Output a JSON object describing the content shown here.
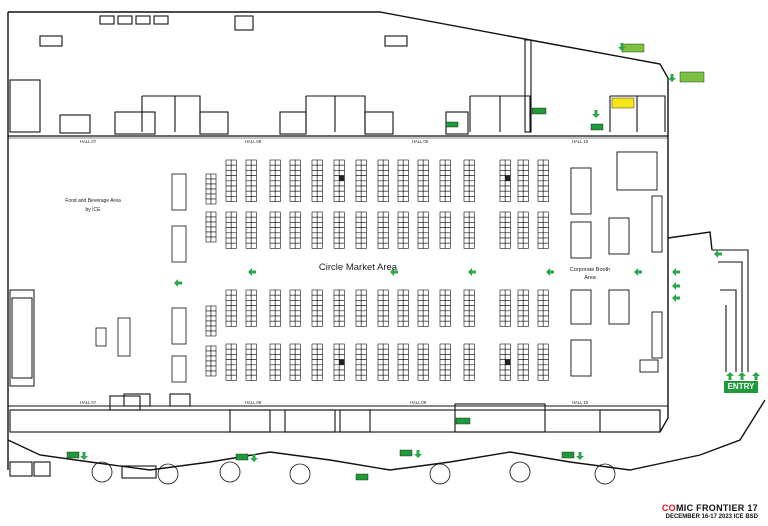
{
  "map": {
    "main_area_label": "Circle Market Area",
    "food_area_label_line1": "Food and Beverage Area",
    "food_area_label_line2": "by ICE",
    "corporate_label_line1": "Corporate Booth",
    "corporate_label_line2": "Area",
    "entry_label": "ENTRY",
    "halls_top": [
      "HALL 07",
      "HALL 08",
      "HALL 09",
      "HALL 10"
    ],
    "halls_bottom": [
      "HALL 07",
      "HALL 08",
      "HALL 09",
      "HALL 10"
    ]
  },
  "footer": {
    "title_accent": "CO",
    "title_rest": "MIC FRONTIER 17",
    "subtitle": "DECEMBER 16-17 2023 ICE BSD"
  },
  "colors": {
    "exit_sign": "#1f9a3a",
    "arrow": "#2aa84a",
    "highlight_sign": "#f7e51b",
    "brand_red": "#e3161b",
    "walls": "#111111",
    "booth_dark": "#222222"
  },
  "icons": [
    "exit-arrow-icon",
    "down-arrow-icon",
    "up-arrow-icon",
    "left-arrow-icon",
    "fire-extinguisher-icon"
  ]
}
